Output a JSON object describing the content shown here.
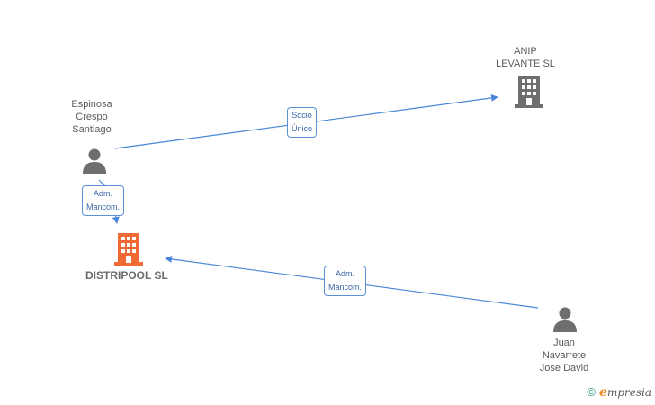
{
  "nodes": {
    "espinosa": {
      "lines": [
        "Espinosa",
        "Crespo",
        "Santiago"
      ]
    },
    "anip": {
      "lines": [
        "ANIP",
        "LEVANTE SL"
      ]
    },
    "distripool": {
      "label": "DISTRIPOOL SL"
    },
    "juan": {
      "lines": [
        "Juan",
        "Navarrete",
        "Jose David"
      ]
    }
  },
  "edges": {
    "socio": {
      "lines": [
        "Socio",
        "Único"
      ]
    },
    "adm1": {
      "lines": [
        "Adm.",
        "Mancom."
      ]
    },
    "adm2": {
      "lines": [
        "Adm.",
        "Mancom."
      ]
    }
  },
  "colors": {
    "edge": "#4a86d8",
    "company_main": "#f06a35",
    "company": "#6e6e6e",
    "person": "#6e6e6e",
    "brand_accent": "#f08a1c"
  },
  "icons": {
    "person": "person-icon",
    "company": "building-icon"
  },
  "brand": {
    "copyright": "©",
    "initial": "e",
    "rest": "mpresia"
  }
}
